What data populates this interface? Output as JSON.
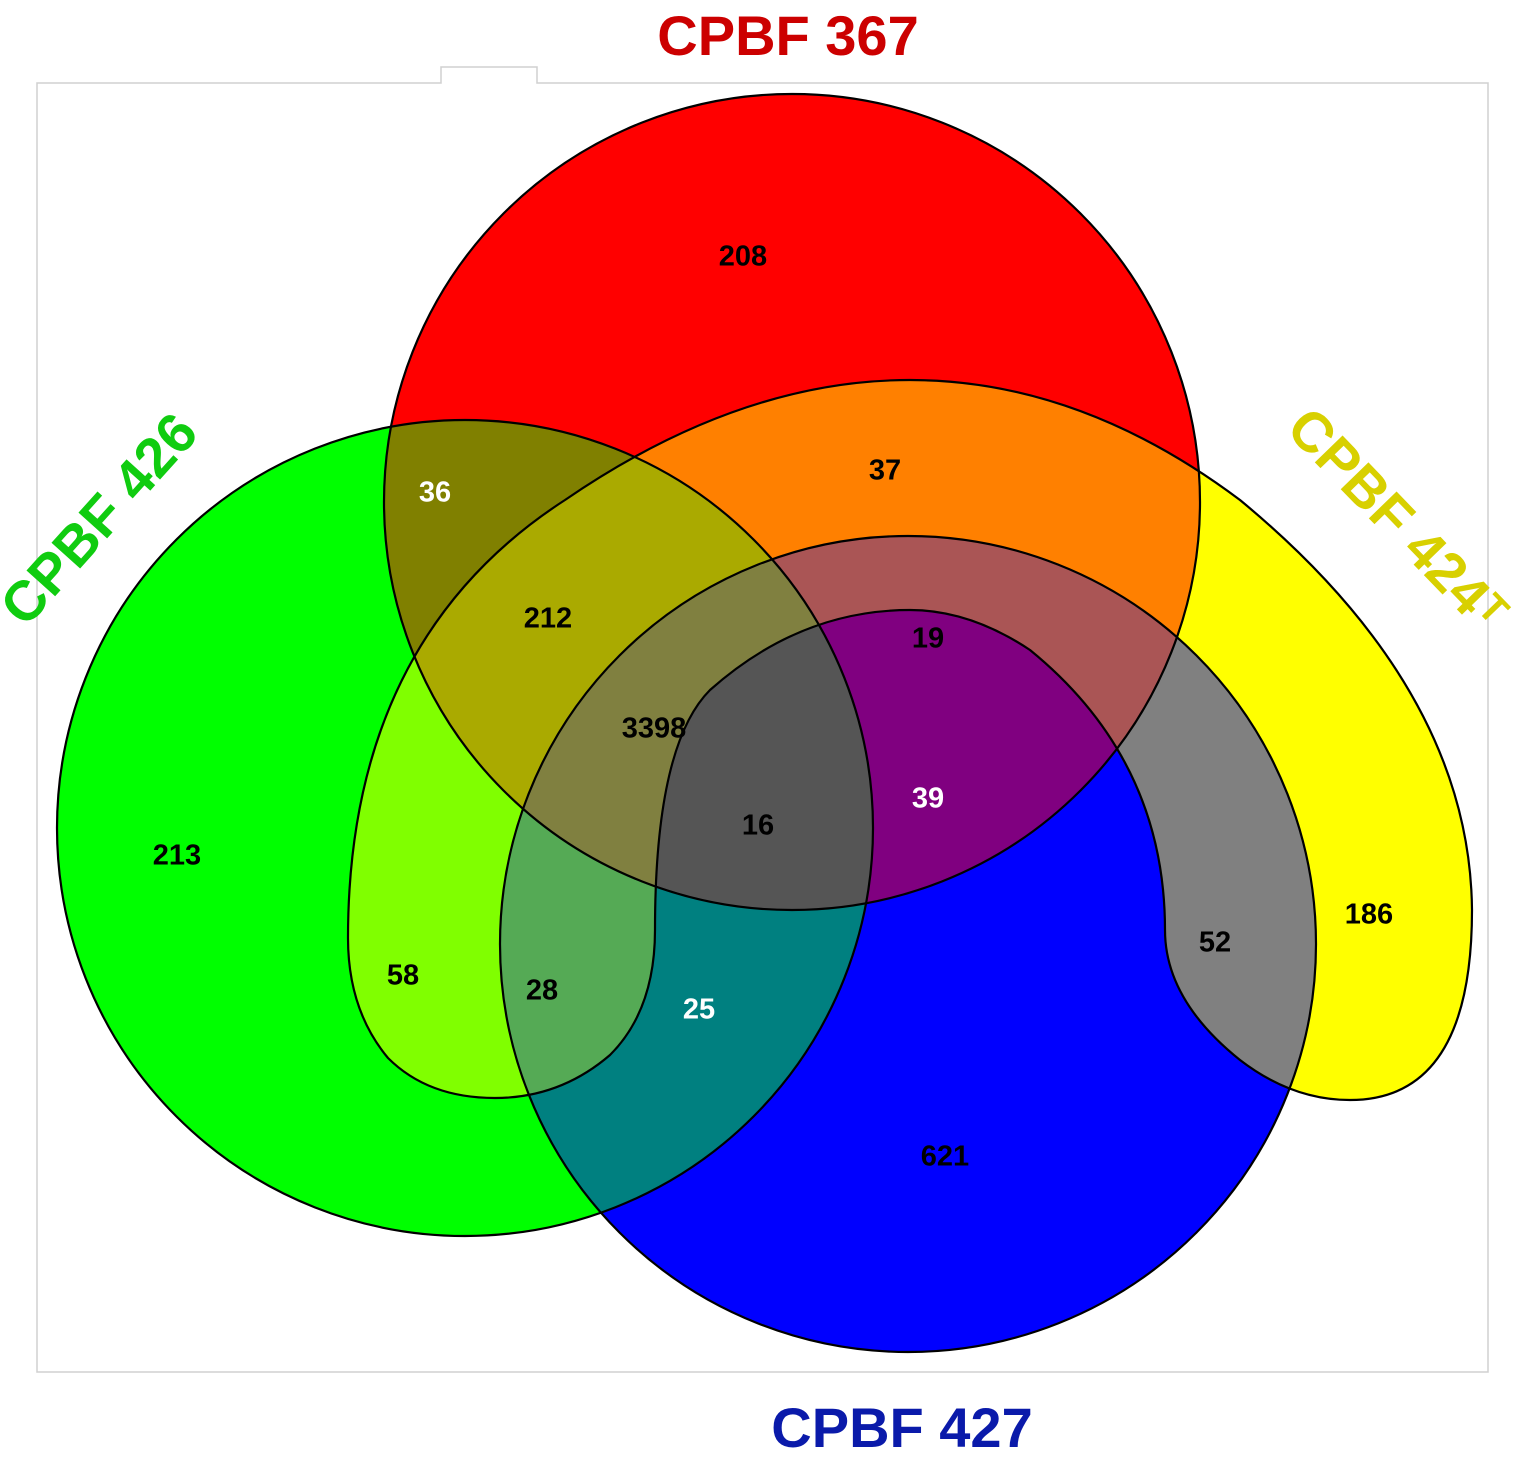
{
  "sets": {
    "top": {
      "label": "CPBF 367",
      "color": "#ff0000",
      "label_color": "#cc0000"
    },
    "left": {
      "label": "CPBF 426",
      "color": "#00ff00",
      "label_color": "#10cc10"
    },
    "right": {
      "label": "CPBF 424ᵀ",
      "color": "#ffff00",
      "label_color": "#d8d000"
    },
    "bottom": {
      "label": "CPBF 427",
      "color": "#0000ff",
      "label_color": "#0a1aaa"
    }
  },
  "regions": {
    "only_367": "208",
    "only_426": "213",
    "only_424": "186",
    "only_427": "621",
    "r_367_426": "36",
    "r_367_424": "37",
    "r_426_424_367": "212",
    "r_367_424_427": "19",
    "r_all": "3398",
    "r_426_367_427": "16",
    "r_367_427": "39",
    "r_426_424": "58",
    "r_426_424_427": "28",
    "r_426_427": "25",
    "r_424_427": "52"
  }
}
